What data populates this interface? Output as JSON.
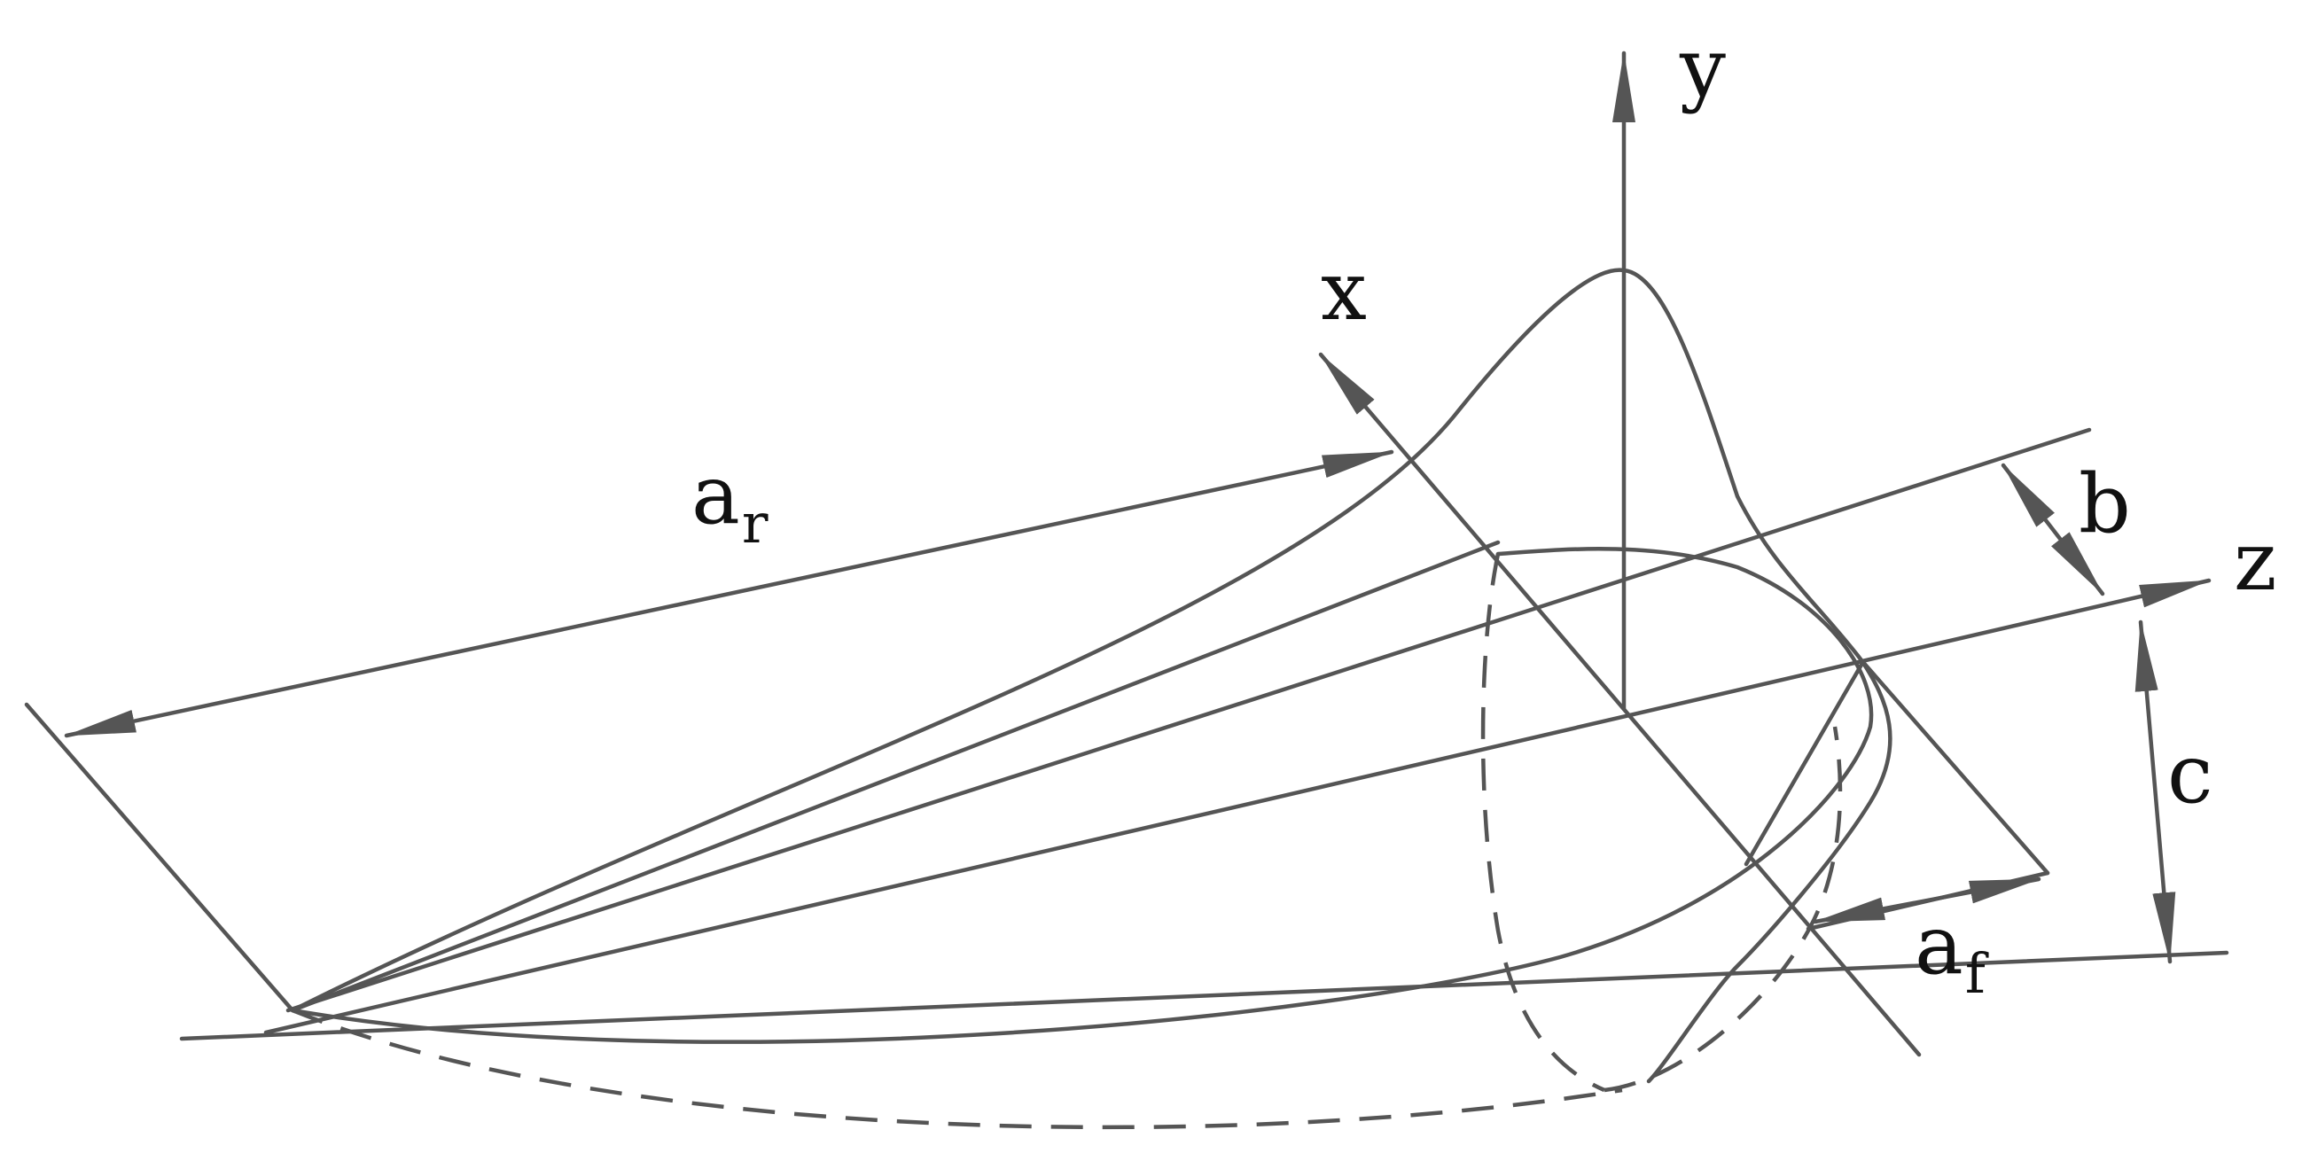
{
  "labels": {
    "y_axis": "y",
    "x_axis": "x",
    "z_axis": "z",
    "a_r_main": "a",
    "a_r_sub": "r",
    "b": "b",
    "c": "c",
    "a_f_main": "a",
    "a_f_sub": "f"
  },
  "colors": {
    "line": "#555555",
    "text": "#111111",
    "background": "#ffffff"
  }
}
